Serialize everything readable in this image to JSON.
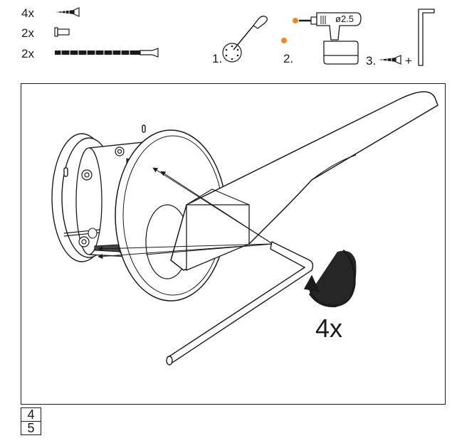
{
  "parts": [
    {
      "qty": "4x",
      "icon": "wood-screw-icon"
    },
    {
      "qty": "2x",
      "icon": "sleeve-anchor-icon"
    },
    {
      "qty": "2x",
      "icon": "threaded-rod-icon"
    }
  ],
  "steps": {
    "step1_label": "1.",
    "step2_label": "2.",
    "step3_label": "3.",
    "step3_plus": "+",
    "drill_size": "ø2.5"
  },
  "main": {
    "repeat_label": "4x"
  },
  "pages": [
    "4",
    "5"
  ],
  "colors": {
    "accent": "#e8892b",
    "ink": "#1a1a1a"
  }
}
